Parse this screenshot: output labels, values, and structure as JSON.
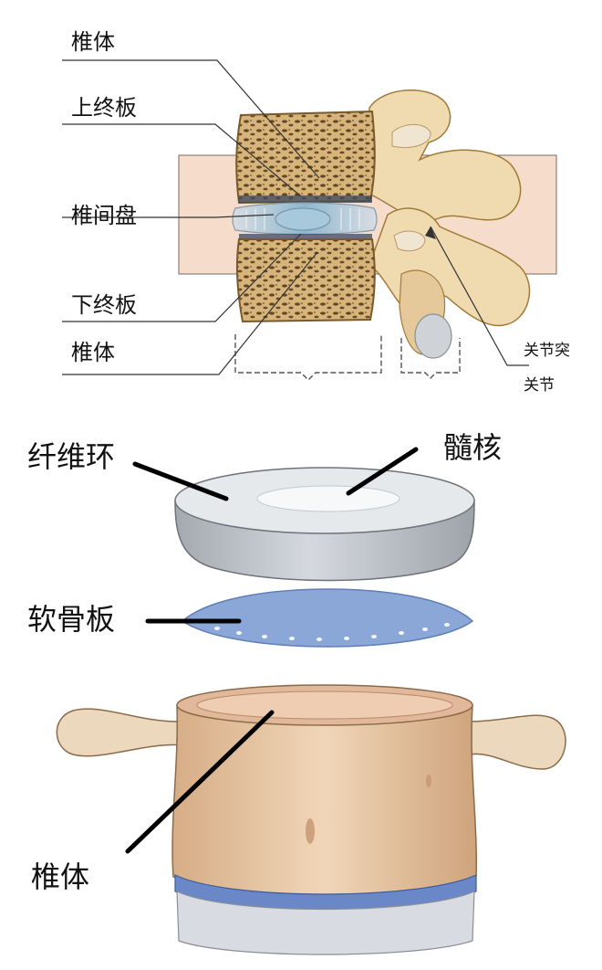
{
  "top_diagram": {
    "labels": {
      "vertebral_body_upper": "椎体",
      "upper_endplate": "上终板",
      "intervertebral_disc": "椎间盘",
      "lower_endplate": "下终板",
      "vertebral_body_lower": "椎体",
      "articular_process": "关节突",
      "joint": "关节"
    }
  },
  "bottom_diagram": {
    "labels": {
      "annulus_fibrosus": "纤维环",
      "nucleus_pulposus": "髓核",
      "cartilage_plate": "软骨板",
      "vertebral_body": "椎体"
    }
  },
  "colors": {
    "band": "#f6dccb",
    "bone": "#f0dbb0",
    "bone_dark": "#a27b3a",
    "cancellous": "#c9a466",
    "disc_blue": "#a8c8dc",
    "annulus_grey": "#c8ccd2",
    "cartilage_blue": "#8aa7d8",
    "body_tan": "#e7c8a6"
  }
}
